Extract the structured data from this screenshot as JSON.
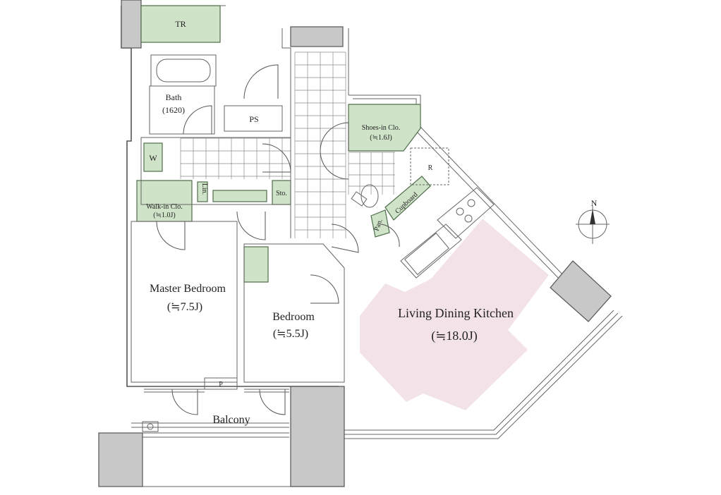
{
  "rooms": {
    "tr": "TR",
    "bath": "Bath",
    "bath_size": "(1620)",
    "ps": "PS",
    "washer": "W",
    "linen": "Lin.",
    "storage": "Sto.",
    "walkin": "Walk-in Clo.",
    "walkin_size": "(≒1.0J)",
    "shoes": "Shoes-in Clo.",
    "shoes_size": "(≒1.6J)",
    "refrigerator": "R",
    "cupboard": "Cupboard",
    "pantry": "Pan.",
    "master": "Master Bedroom",
    "master_size": "(≒7.5J)",
    "bedroom": "Bedroom",
    "bedroom_size": "(≒5.5J)",
    "ldk": "Living Dining Kitchen",
    "ldk_size": "(≒18.0J)",
    "pipe": "P",
    "balcony": "Balcony"
  },
  "compass": {
    "north": "N"
  },
  "colors": {
    "storage_green": "#cfe3c8",
    "ldk_pink": "#f3e3e8",
    "pillar_gray": "#c8c8c8"
  }
}
